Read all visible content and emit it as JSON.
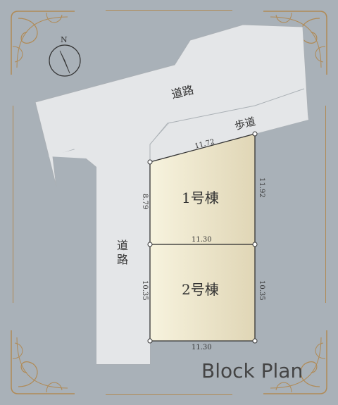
{
  "compass": {
    "label": "N"
  },
  "roads": {
    "top_road": "道路",
    "left_road_line1": "道",
    "left_road_line2": "路",
    "sidewalk": "歩道"
  },
  "lots": {
    "lot1": {
      "label": "1号棟"
    },
    "lot2": {
      "label": "2号棟"
    }
  },
  "dimensions": {
    "top": "11.72",
    "right_upper": "11.92",
    "left_upper": "8.79",
    "middle": "11.30",
    "left_lower": "10.35",
    "right_lower": "10.35",
    "bottom": "11.30"
  },
  "title": "Block Plan",
  "colors": {
    "background": "#a9b1b8",
    "road": "#e4e6e8",
    "lot_fill": "#ece4cc",
    "frame": "#b08a55"
  }
}
